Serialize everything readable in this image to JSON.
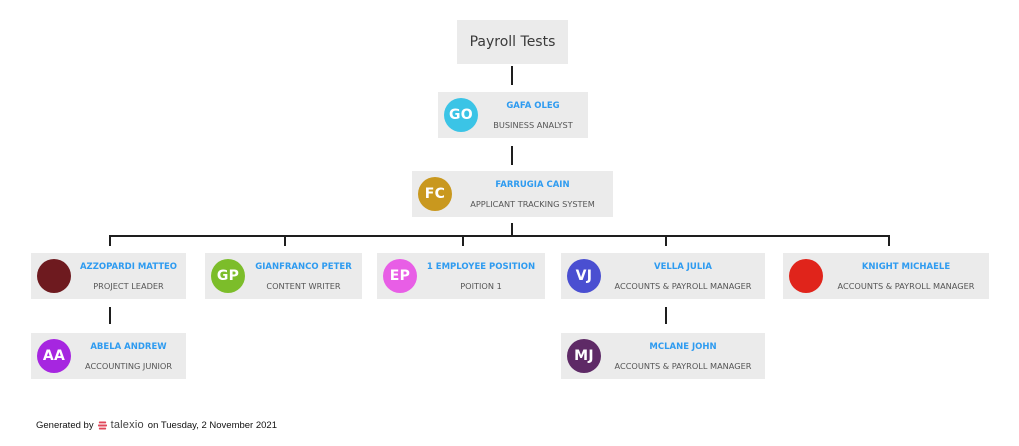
{
  "root": {
    "label": "Payroll Tests"
  },
  "nodes": {
    "gafa": {
      "initials": "GO",
      "name": "GAFA OLEG",
      "position": "BUSINESS ANALYST",
      "color": "#3bc4e6"
    },
    "farrugia": {
      "initials": "FC",
      "name": "FARRUGIA CAIN",
      "position": "APPLICANT TRACKING SYSTEM",
      "color": "#c9981e"
    },
    "azzopardi": {
      "initials": "",
      "name": "AZZOPARDI MATTEO",
      "position": "PROJECT LEADER",
      "color": "#6e1a1f"
    },
    "gianfranco": {
      "initials": "GP",
      "name": "GIANFRANCO PETER",
      "position": "CONTENT WRITER",
      "color": "#7cbd2a"
    },
    "employee": {
      "initials": "EP",
      "name": "1 EMPLOYEE POSITION",
      "position": "POITION 1",
      "color": "#e85ee6"
    },
    "vella": {
      "initials": "VJ",
      "name": "VELLA JULIA",
      "position": "ACCOUNTS & PAYROLL MANAGER",
      "color": "#4a4fd1"
    },
    "knight": {
      "initials": "",
      "name": "KNIGHT MICHAELE",
      "position": "ACCOUNTS & PAYROLL MANAGER",
      "color": "#e0241b"
    },
    "abela": {
      "initials": "AA",
      "name": "ABELA ANDREW",
      "position": "ACCOUNTING JUNIOR",
      "color": "#a626e0"
    },
    "mclane": {
      "initials": "MJ",
      "name": "MCLANE JOHN",
      "position": "ACCOUNTS & PAYROLL MANAGER",
      "color": "#5e2a66"
    }
  },
  "footer": {
    "prefix": "Generated by",
    "brand": "talexio",
    "suffix": "on Tuesday, 2 November 2021",
    "logo_color": "#e0475a"
  }
}
